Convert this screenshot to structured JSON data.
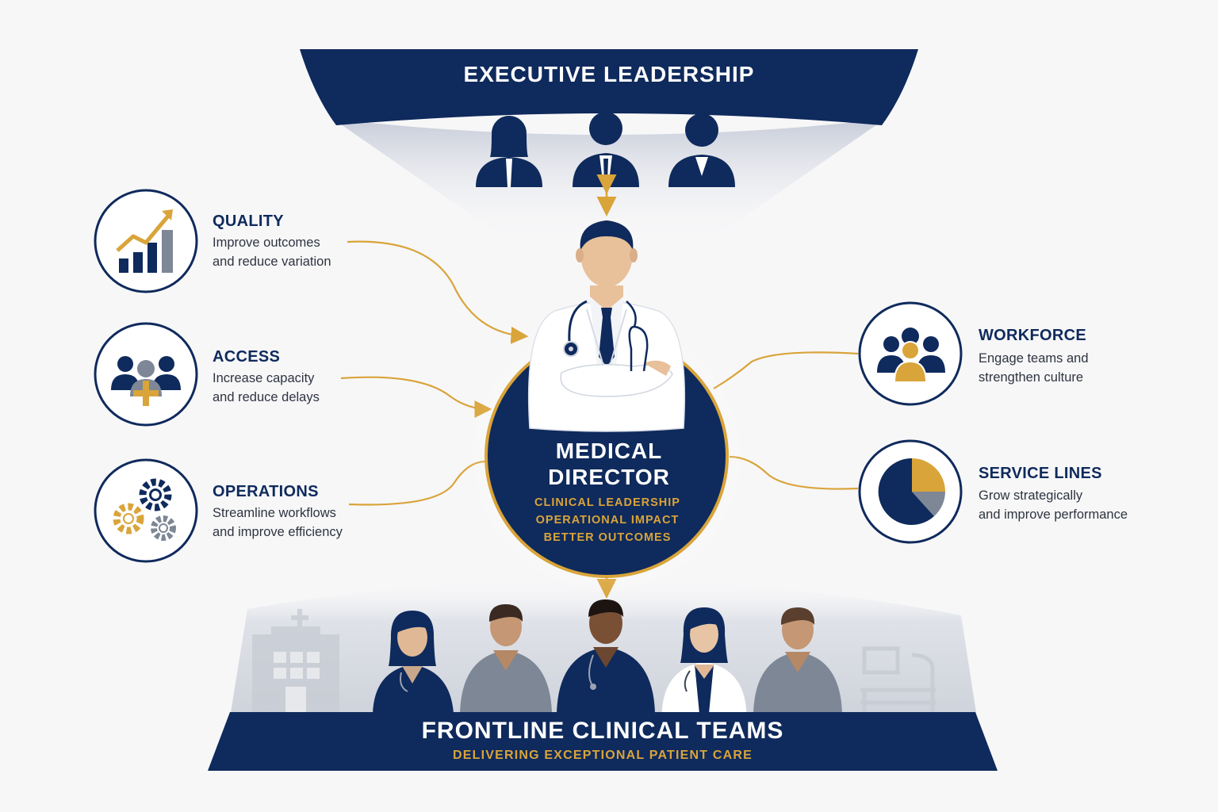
{
  "executive": {
    "title": "EXECUTIVE LEADERSHIP"
  },
  "medical_director": {
    "title_line1": "MEDICAL",
    "title_line2": "DIRECTOR",
    "lines": [
      "CLINICAL LEADERSHIP",
      "OPERATIONAL IMPACT",
      "BETTER OUTCOMES"
    ]
  },
  "pillars_left": [
    {
      "title": "QUALITY",
      "description": "Improve outcomes\nand reduce variation",
      "icon": "rising-chart-icon"
    },
    {
      "title": "ACCESS",
      "description": "Increase capacity\nand reduce delays",
      "icon": "patient-access-icon"
    },
    {
      "title": "OPERATIONS",
      "description": "Streamline workflows\nand improve efficiency",
      "icon": "gears-icon"
    }
  ],
  "pillars_right": [
    {
      "title": "WORKFORCE",
      "description": "Engage teams and\nstrengthen culture",
      "icon": "team-icon"
    },
    {
      "title": "SERVICE LINES",
      "description": "Grow strategically\nand improve performance",
      "icon": "pie-chart-icon"
    }
  ],
  "frontline": {
    "title": "FRONTLINE CLINICAL TEAMS",
    "subtitle": "DELIVERING EXCEPTIONAL PATIENT CARE"
  },
  "colors": {
    "navy": "#0f2a5c",
    "gold": "#d9a43a",
    "gray": "#7d8796",
    "background": "#f7f7f8"
  }
}
